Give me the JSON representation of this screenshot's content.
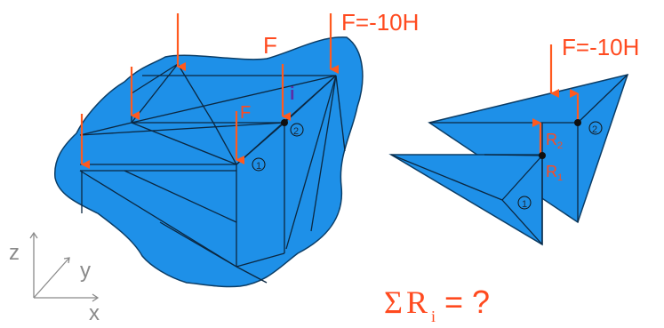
{
  "colors": {
    "body_fill": "#1e90e8",
    "body_stroke": "#0b3d66",
    "mesh_line": "#0b2740",
    "force_arrow": "#ff5a1f",
    "label_orange": "#ff4a1f",
    "axis_gray": "#8a8a8a"
  },
  "labels": {
    "force_general": "F",
    "force_node": "F",
    "force_value_left": "F=-10H",
    "force_value_right": "F=-10H",
    "node_i": "i",
    "node_1_left": "1",
    "node_2_left": "2",
    "node_1_right": "1",
    "node_2_right": "2",
    "reaction_2_base": "R",
    "reaction_2_sub": "2",
    "reaction_1_base": "R",
    "reaction_1_sub": "1",
    "equation_sigma": "Σ",
    "equation_r": "R",
    "equation_sub": "i",
    "equation_rest": "= ?"
  },
  "axes": {
    "z": "z",
    "y": "y",
    "x": "x"
  },
  "icons": {
    "force": "down-arrow-icon",
    "reaction": "up-arrow-icon",
    "node": "node-dot-icon"
  }
}
